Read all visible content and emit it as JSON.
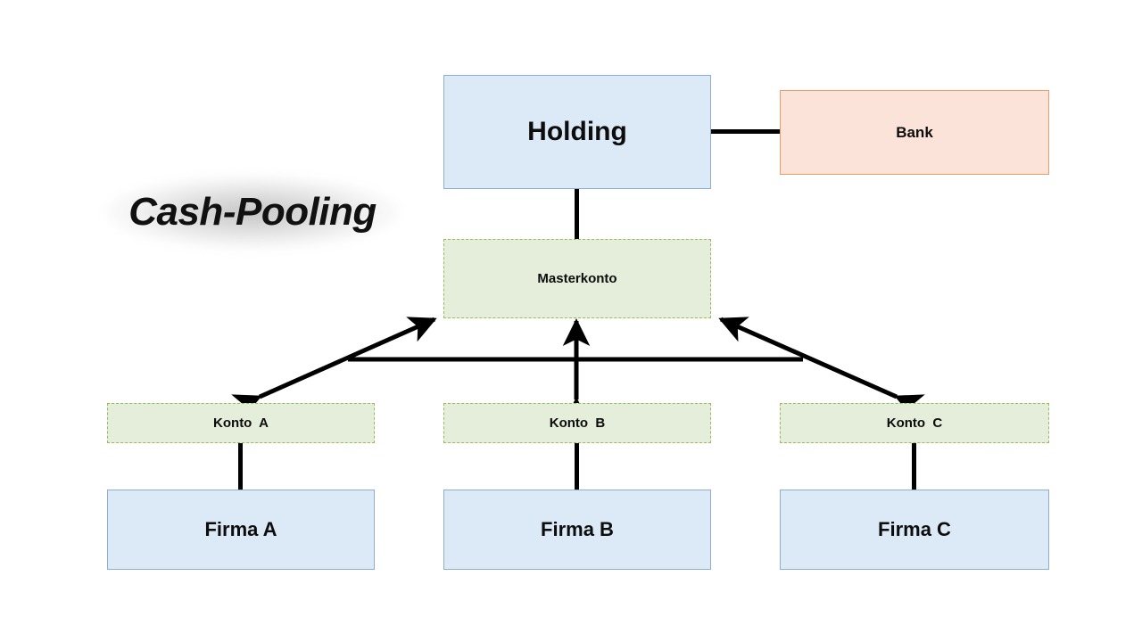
{
  "diagram": {
    "title": "Cash-Pooling",
    "background_color": "#ffffff",
    "palette": {
      "blue_fill": "#dce9f6",
      "blue_border": "#8fadcf",
      "peach_fill": "#fbe3d9",
      "peach_border": "#e8a06a",
      "green_fill": "#e4eeda",
      "green_border": "#9bbb59",
      "line_color": "#000000",
      "text_color": "#0d0d0d"
    },
    "nodes": {
      "holding": "Holding",
      "bank": "Bank",
      "masterkonto": "Masterkonto",
      "konto_a": "Konto  A",
      "konto_b": "Konto  B",
      "konto_c": "Konto  C",
      "firma_a": "Firma A",
      "firma_b": "Firma B",
      "firma_c": "Firma C"
    },
    "connections": [
      {
        "from": "Holding",
        "to": "Bank",
        "style": "solid-line",
        "arrows": "none"
      },
      {
        "from": "Holding",
        "to": "Masterkonto",
        "style": "solid-line",
        "arrows": "none"
      },
      {
        "from": "Konto  A",
        "to": "Masterkonto",
        "style": "solid-line",
        "arrows": "both"
      },
      {
        "from": "Konto  B",
        "to": "Masterkonto",
        "style": "solid-line",
        "arrows": "both"
      },
      {
        "from": "Konto  C",
        "to": "Masterkonto",
        "style": "solid-line",
        "arrows": "both"
      },
      {
        "from": "Konto  A",
        "to": "Konto  C",
        "style": "solid-line",
        "arrows": "none"
      },
      {
        "from": "Konto  A",
        "to": "Firma A",
        "style": "solid-line",
        "arrows": "none"
      },
      {
        "from": "Konto  B",
        "to": "Firma B",
        "style": "solid-line",
        "arrows": "none"
      },
      {
        "from": "Konto  C",
        "to": "Firma C",
        "style": "solid-line",
        "arrows": "none"
      }
    ]
  }
}
